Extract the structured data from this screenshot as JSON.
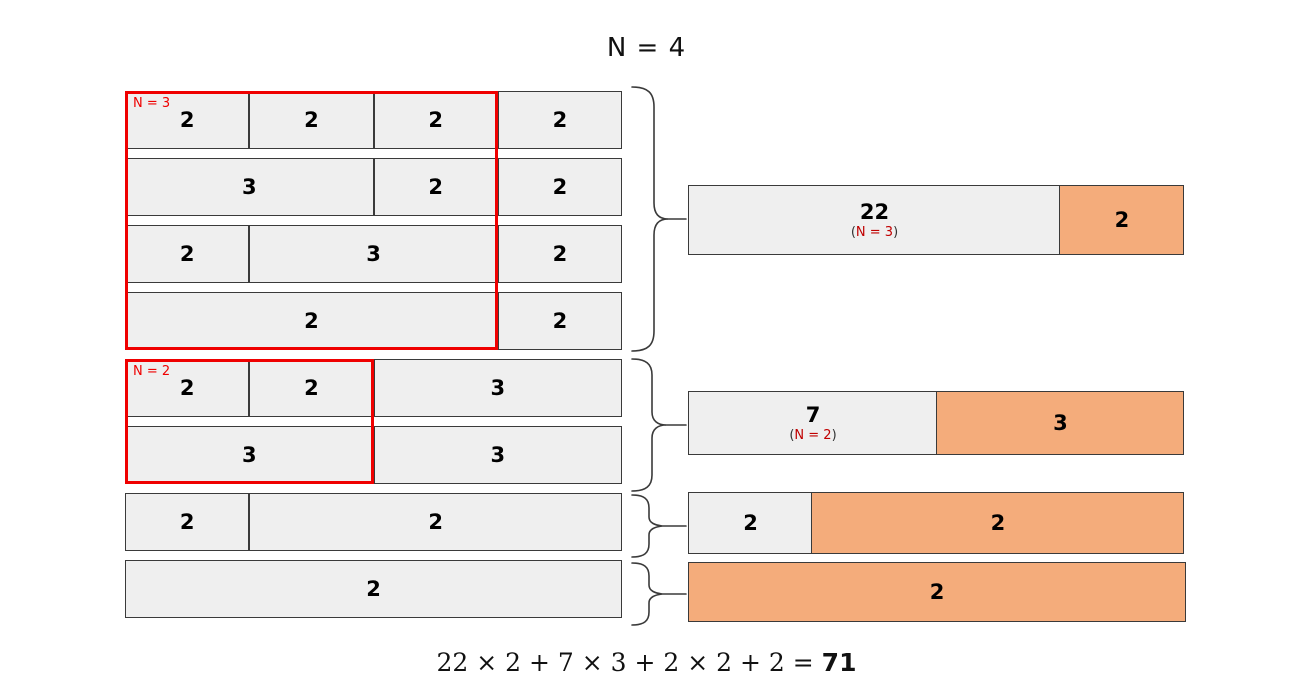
{
  "title": "N = 4",
  "colors": {
    "grey_fill": "#efefef",
    "orange_fill": "#f4ac7b",
    "border": "#3a3a3a",
    "highlight": "#ef0000",
    "annotation_red": "#c00000"
  },
  "grid": {
    "units": 4,
    "rows": [
      {
        "cells": [
          {
            "label": "2",
            "span": 1
          },
          {
            "label": "2",
            "span": 1
          },
          {
            "label": "2",
            "span": 1
          },
          {
            "label": "2",
            "span": 1
          }
        ]
      },
      {
        "cells": [
          {
            "label": "3",
            "span": 2
          },
          {
            "label": "2",
            "span": 1
          },
          {
            "label": "2",
            "span": 1
          }
        ]
      },
      {
        "cells": [
          {
            "label": "2",
            "span": 1
          },
          {
            "label": "3",
            "span": 2
          },
          {
            "label": "2",
            "span": 1
          }
        ]
      },
      {
        "cells": [
          {
            "label": "2",
            "span": 3
          },
          {
            "label": "2",
            "span": 1
          }
        ]
      },
      {
        "cells": [
          {
            "label": "2",
            "span": 1
          },
          {
            "label": "2",
            "span": 1
          },
          {
            "label": "3",
            "span": 2
          }
        ]
      },
      {
        "cells": [
          {
            "label": "3",
            "span": 2
          },
          {
            "label": "3",
            "span": 2
          }
        ]
      },
      {
        "cells": [
          {
            "label": "2",
            "span": 1
          },
          {
            "label": "2",
            "span": 3
          }
        ]
      },
      {
        "cells": [
          {
            "label": "2",
            "span": 4
          }
        ]
      }
    ],
    "highlights": [
      {
        "label": "N = 3",
        "rows_from": 1,
        "rows_to": 4,
        "units": 3
      },
      {
        "label": "N = 2",
        "rows_from": 5,
        "rows_to": 6,
        "units": 2
      }
    ]
  },
  "bars": [
    {
      "group_rows": [
        1,
        2,
        3,
        4
      ],
      "value": "22",
      "note_open": "(",
      "note": "N = 3",
      "note_close": ")",
      "grey_fraction": 0.749,
      "orange_label": "2"
    },
    {
      "group_rows": [
        5,
        6
      ],
      "value": "7",
      "note_open": "(",
      "note": "N = 2",
      "note_close": ")",
      "grey_fraction": 0.502,
      "orange_label": "3"
    },
    {
      "group_rows": [
        7
      ],
      "value": "2",
      "note_open": "",
      "note": "",
      "note_close": "",
      "grey_fraction": 0.251,
      "orange_label": "2"
    },
    {
      "group_rows": [
        8
      ],
      "value": "",
      "note_open": "",
      "note": "",
      "note_close": "",
      "grey_fraction": 0.0,
      "orange_label": "2"
    }
  ],
  "equation": {
    "expression": "22 × 2 + 7 × 3 + 2 × 2 + 2 = ",
    "total": "71"
  }
}
